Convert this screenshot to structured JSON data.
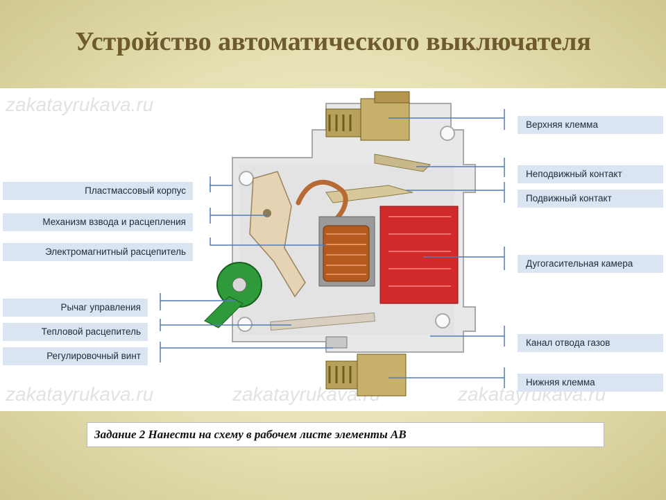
{
  "title": "Устройство автоматического выключателя",
  "watermark": "zakatayrukava.ru",
  "labels_left": [
    "Пластмассовый корпус",
    "Механизм взвода и расцепления",
    "Электромагнитный расцепитель",
    "Рычаг управления",
    "Тепловой расцепитель",
    "Регулировочный винт"
  ],
  "labels_right": [
    "Верхняя клемма",
    "Неподвижный контакт",
    "Подвижный контакт",
    "Дугогасительная камера",
    "Канал отвода газов",
    "Нижняя клемма"
  ],
  "task": "Задание 2 Нанести на схему в рабочем листе  элементы АВ",
  "colors": {
    "title": "#6e5a2c",
    "label_bg": "#dbe5f1",
    "leader_line": "#4f7cb4",
    "arc_chamber": "#d12a2a",
    "lever": "#2e9a3a",
    "coil": "#b55a1e"
  }
}
